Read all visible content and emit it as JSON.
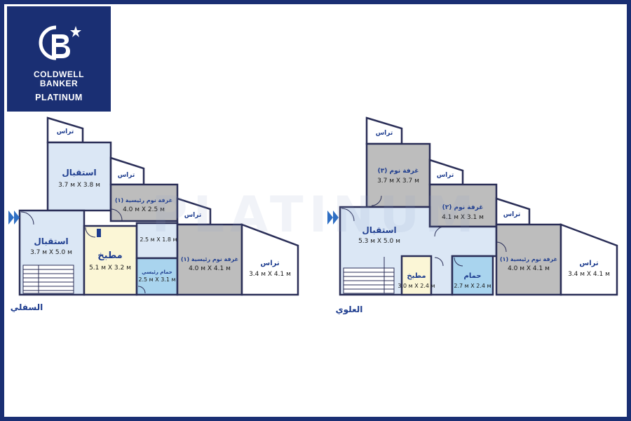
{
  "brand": {
    "line1": "COLDWELL",
    "line2": "BANKER",
    "line3": "PLATINUM",
    "color": "#1a2f73"
  },
  "colors": {
    "frame": "#1a2f73",
    "wall": "#2a2e57",
    "living": "#dbe7f5",
    "bedroom": "#bdbdbd",
    "kitchen": "#fbf6d6",
    "bath": "#a9d4ee",
    "terrace": "#ffffff",
    "label_blue": "#1e3d8f"
  },
  "watermark": "PLATINUM",
  "lower_floor": {
    "name": "السفلي",
    "rooms": [
      {
        "id": "terrace-top",
        "name": "تراس",
        "dim": ""
      },
      {
        "id": "reception-upper",
        "name": "استقبال",
        "dim": "3.7 м X 3.8 м"
      },
      {
        "id": "terrace-2",
        "name": "تراس",
        "dim": ""
      },
      {
        "id": "bedroom-1-small",
        "name": "غرفة نوم رئيسية (١)",
        "dim": "4.0 м X 2.5 м"
      },
      {
        "id": "terrace-3",
        "name": "تراس",
        "dim": ""
      },
      {
        "id": "hall",
        "name": "",
        "dim": "2.5 м X 1.8 м"
      },
      {
        "id": "reception-lower",
        "name": "استقبال",
        "dim": "3.7 м X 5.0 м"
      },
      {
        "id": "kitchen",
        "name": "مطبخ",
        "dim": "5.1 м X 3.2 м"
      },
      {
        "id": "guest-bath",
        "name": "حمام رئيسي",
        "dim": "2.5 м X 3.1 м"
      },
      {
        "id": "bedroom-1-large",
        "name": "غرفة نوم رئيسية (١)",
        "dim": "4.0 м X 4.1 м"
      },
      {
        "id": "terrace-big",
        "name": "تراس",
        "dim": "3.4 м X 4.1 м"
      }
    ]
  },
  "upper_floor": {
    "name": "العلوي",
    "rooms": [
      {
        "id": "terrace-top",
        "name": "تراس",
        "dim": ""
      },
      {
        "id": "bedroom-3",
        "name": "غرفة نوم (٣)",
        "dim": "3.7 м X 3.7 м"
      },
      {
        "id": "terrace-2",
        "name": "تراس",
        "dim": ""
      },
      {
        "id": "bedroom-2",
        "name": "غرفة نوم (٢)",
        "dim": "4.1 м X 3.1 м"
      },
      {
        "id": "terrace-3",
        "name": "تراس",
        "dim": ""
      },
      {
        "id": "reception",
        "name": "استقبال",
        "dim": "5.3 м X 5.0 м"
      },
      {
        "id": "kitchen",
        "name": "مطبخ",
        "dim": "3.0 м X 2.4 м"
      },
      {
        "id": "bath",
        "name": "حمام",
        "dim": "2.7 м X 2.4 м"
      },
      {
        "id": "bedroom-1",
        "name": "غرفة نوم رئيسية (١)",
        "dim": "4.0 м X 4.1 м"
      },
      {
        "id": "terrace-big",
        "name": "تراس",
        "dim": "3.4 м X 4.1 м"
      }
    ]
  }
}
